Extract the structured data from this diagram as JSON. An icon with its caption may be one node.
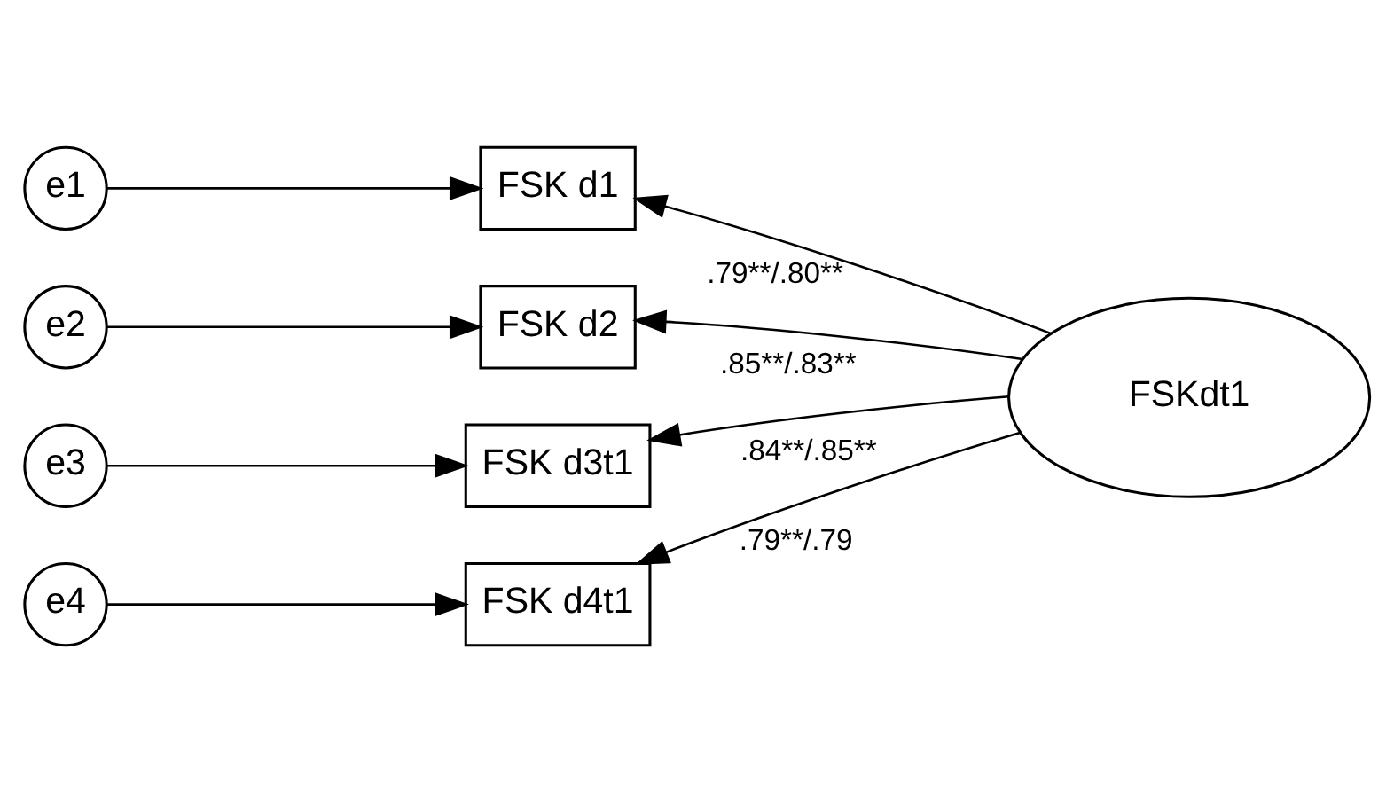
{
  "diagram": {
    "nodes": [
      {
        "text": [
          "e1"
        ]
      },
      {
        "text": [
          "FSK d1"
        ]
      },
      {
        "text": [
          "e2"
        ]
      },
      {
        "text": [
          "FSK d2"
        ]
      },
      {
        "text": [
          "e3"
        ]
      },
      {
        "text": [
          "FSK d3t1"
        ]
      },
      {
        "text": [
          "e4"
        ]
      },
      {
        "text": [
          "FSK d4t1"
        ]
      },
      {
        "text": [
          "FSKdt1"
        ]
      }
    ],
    "edges": [
      {
        "from": 0,
        "to": 1,
        "arrow": "to"
      },
      {
        "from": 2,
        "to": 3,
        "arrow": "to"
      },
      {
        "from": 4,
        "to": 5,
        "arrow": "to"
      },
      {
        "from": 6,
        "to": 7,
        "arrow": "to"
      },
      {
        "from": 8,
        "to": 1,
        "arrow": "to",
        "label": ".79**/.80**"
      },
      {
        "from": 8,
        "to": 3,
        "arrow": "to",
        "label": ".85**/.83**"
      },
      {
        "from": 8,
        "to": 5,
        "arrow": "to",
        "label": ".84**/.85**"
      },
      {
        "from": 8,
        "to": 7,
        "arrow": "to",
        "label": ".79**/.79"
      }
    ]
  }
}
